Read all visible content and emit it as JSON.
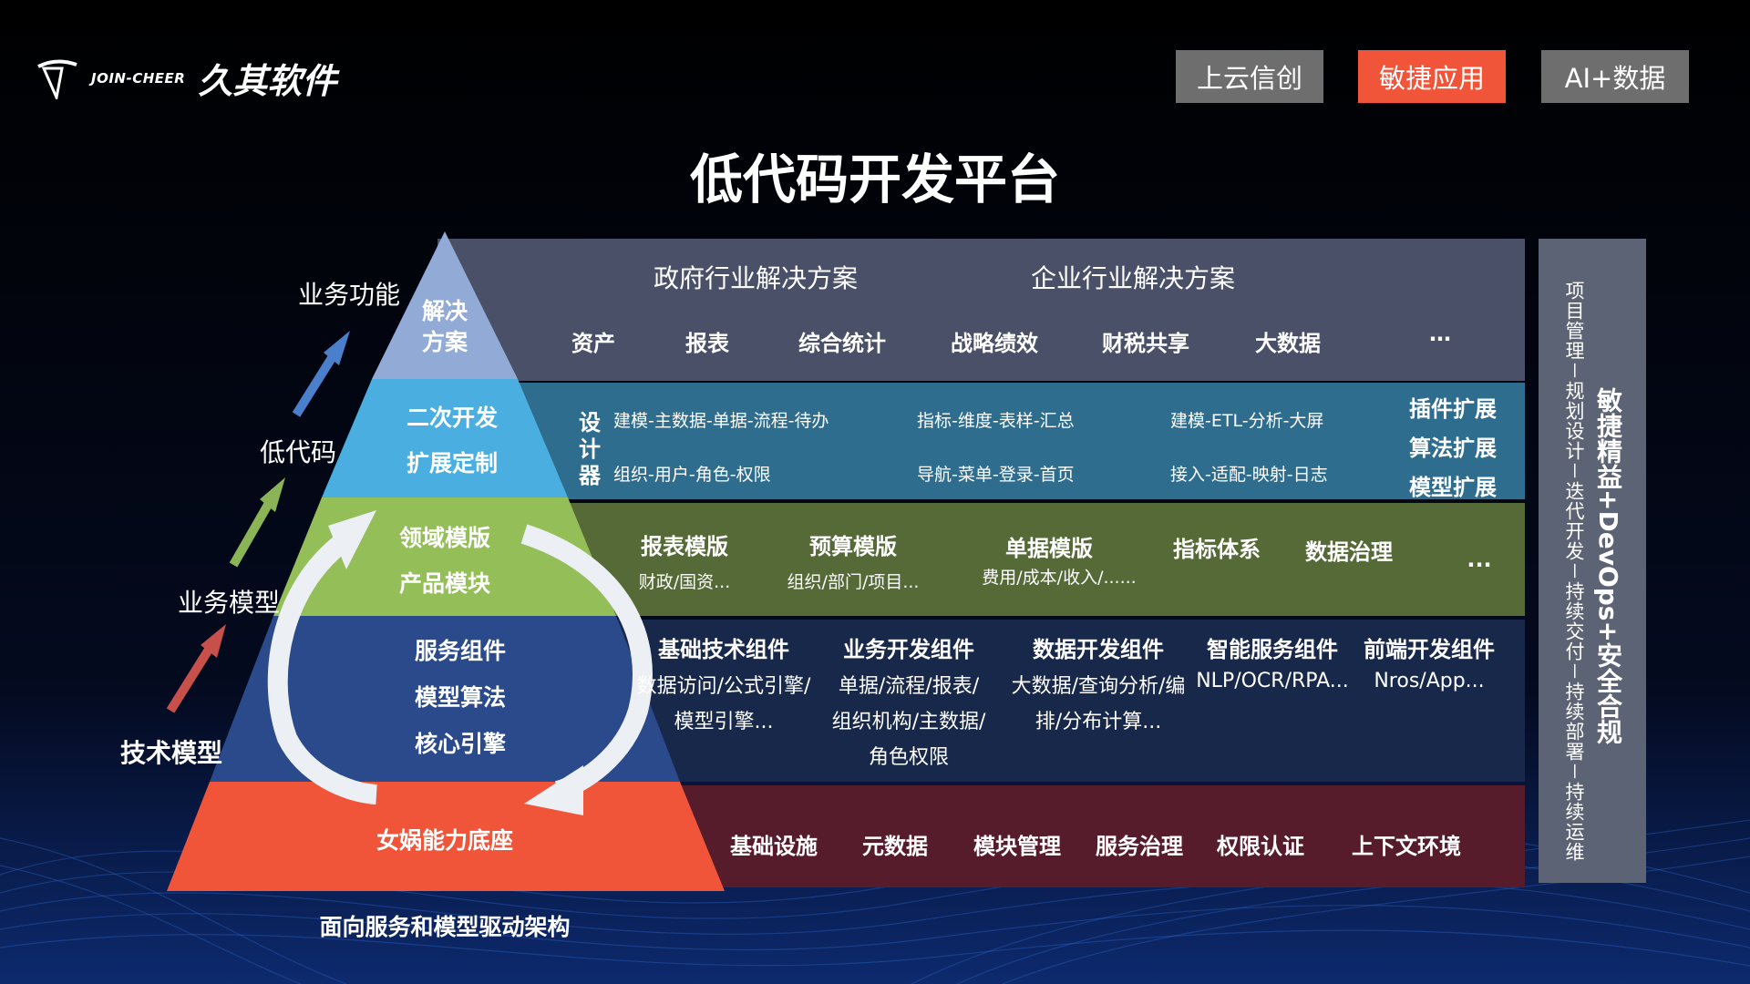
{
  "header": {
    "logo_en": "JOIN-CHEER",
    "logo_cn": "久其软件",
    "tabs": [
      {
        "label": "上云信创",
        "color": "#6e6e6e"
      },
      {
        "label": "敏捷应用",
        "color": "#f0553a"
      },
      {
        "label": "AI+数据",
        "color": "#6e6e6e"
      }
    ]
  },
  "title": "低代码开发平台",
  "axis": {
    "business_function": "业务功能",
    "low_code": "低代码",
    "business_model": "业务模型",
    "tech_model": "技术模型"
  },
  "pyramid": {
    "l1": [
      "解决",
      "方案"
    ],
    "l2": [
      "二次开发",
      "扩展定制"
    ],
    "l3": [
      "领域模版",
      "产品模块"
    ],
    "l4": [
      "服务组件",
      "模型算法",
      "核心引擎"
    ],
    "l5": [
      "女娲能力底座"
    ],
    "caption": "面向服务和模型驱动架构"
  },
  "solutions": {
    "gov": "政府行业解决方案",
    "ent": "企业行业解决方案",
    "items": [
      "资产",
      "报表",
      "综合统计",
      "战略绩效",
      "财税共享",
      "大数据",
      "…"
    ]
  },
  "dev": {
    "designer": [
      "设",
      "计",
      "器"
    ],
    "lines": [
      "建模-主数据-单据-流程-待办",
      "指标-维度-表样-汇总",
      "建模-ETL-分析-大屏",
      "组织-用户-角色-权限",
      "导航-菜单-登录-首页",
      "接入-适配-映射-日志"
    ],
    "ext": [
      "插件扩展",
      "算法扩展",
      "模型扩展"
    ]
  },
  "templates": {
    "items": [
      {
        "title": "报表模版",
        "sub": "财政/国资..."
      },
      {
        "title": "预算模版",
        "sub": "组织/部门/项目..."
      },
      {
        "title": "单据模版",
        "sub": "费用/成本/收入/......"
      },
      {
        "title": "指标体系",
        "sub": ""
      },
      {
        "title": "数据治理",
        "sub": ""
      }
    ],
    "more": "..."
  },
  "components": [
    {
      "title": "基础技术组件",
      "lines": [
        "数据访问/公式引擎/",
        "模型引擎..."
      ]
    },
    {
      "title": "业务开发组件",
      "lines": [
        "单据/流程/报表/",
        "组织机构/主数据/",
        "角色权限"
      ]
    },
    {
      "title": "数据开发组件",
      "lines": [
        "大数据/查询分析/编",
        "排/分布计算..."
      ]
    },
    {
      "title": "智能服务组件",
      "lines": [
        "NLP/OCR/RPA..."
      ]
    },
    {
      "title": "前端开发组件",
      "lines": [
        "Nros/App..."
      ]
    }
  ],
  "base": [
    "基础设施",
    "元数据",
    "模块管理",
    "服务治理",
    "权限认证",
    "上下文环境"
  ],
  "right": {
    "process": "项目管理－规划设计－迭代开发－持续交付－持续部署－持续运维",
    "title": "敏捷精益+DevOps+安全合规"
  },
  "colors": {
    "row1": "#4a5068",
    "row2": "#2f6d8f",
    "row3": "#556a36",
    "row4": "#18284a",
    "row5": "#571c2c",
    "py1": "#92abd6",
    "py2": "#4aafe0",
    "py3": "#93be58",
    "py4": "#2a4a8c",
    "py5": "#f0553a"
  }
}
